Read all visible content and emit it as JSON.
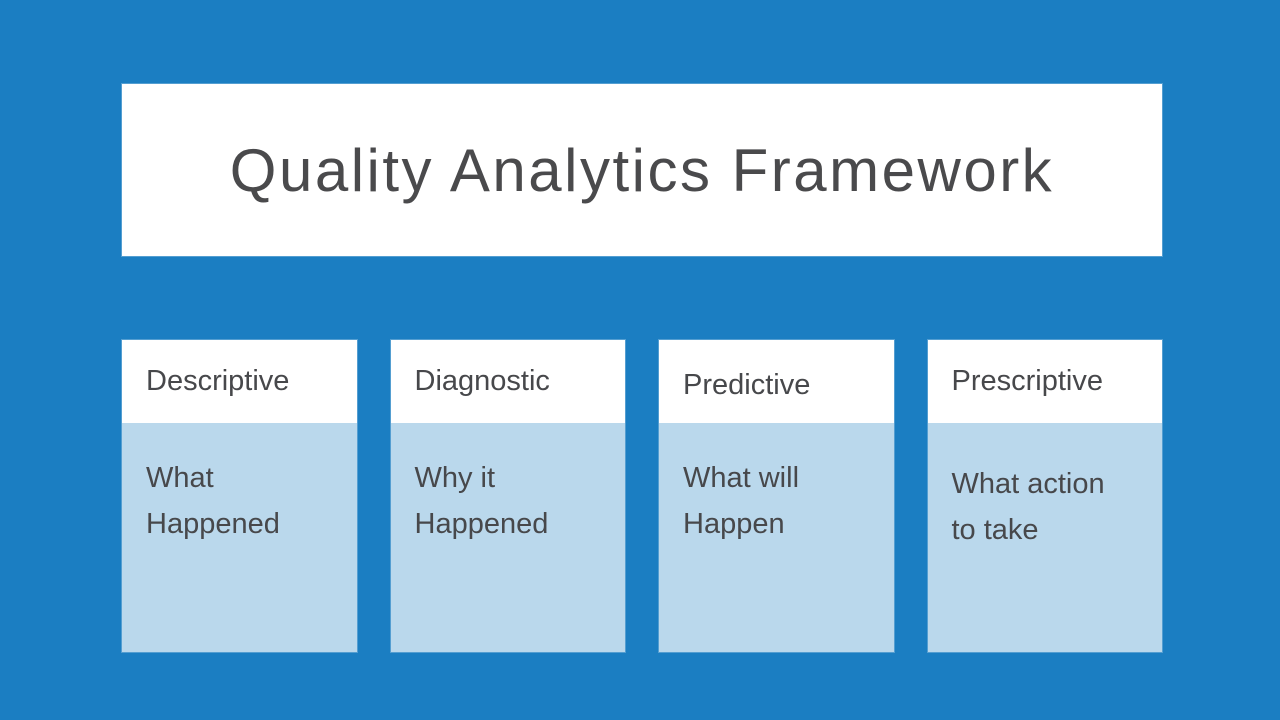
{
  "slide": {
    "title": "Quality Analytics Framework"
  },
  "cards": [
    {
      "title": "Descriptive",
      "description_lines": [
        "What",
        "Happened"
      ]
    },
    {
      "title": "Diagnostic",
      "description_lines": [
        "Why it",
        "Happened"
      ]
    },
    {
      "title": "Predictive",
      "description_lines": [
        "What will",
        "Happen"
      ]
    },
    {
      "title": "Prescriptive",
      "description_lines": [
        "What action",
        "to take"
      ]
    }
  ],
  "colors": {
    "background": "#1B7EC2",
    "panel": "#FFFFFF",
    "card_body": "#BAD8EC",
    "text": "#47484B",
    "title_text": "#4A4A4C"
  }
}
